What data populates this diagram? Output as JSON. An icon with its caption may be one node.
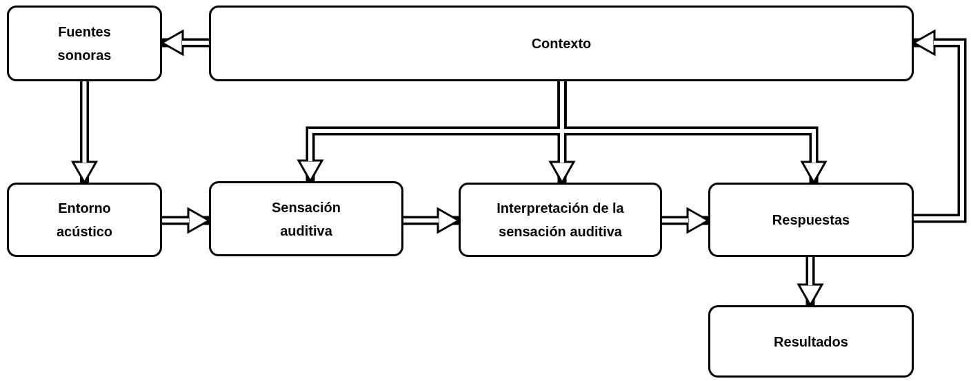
{
  "diagram": {
    "nodes": [
      {
        "text": [
          "Fuentes sonoras"
        ]
      },
      {
        "text": [
          "Contexto"
        ]
      },
      {
        "text": [
          "Entorno acústico"
        ]
      },
      {
        "text": [
          "Sensación auditiva"
        ]
      },
      {
        "text": [
          "Interpretación de la sensación auditiva"
        ]
      },
      {
        "text": [
          "Respuestas"
        ]
      },
      {
        "text": [
          "Resultados"
        ]
      }
    ],
    "edges": [
      {
        "from": 1,
        "to": 0,
        "arrow": "to"
      },
      {
        "from": 0,
        "to": 2,
        "arrow": "to"
      },
      {
        "from": 2,
        "to": 3,
        "arrow": "to"
      },
      {
        "from": 3,
        "to": 4,
        "arrow": "to"
      },
      {
        "from": 4,
        "to": 5,
        "arrow": "to"
      },
      {
        "from": 1,
        "to": 3,
        "arrow": "to"
      },
      {
        "from": 1,
        "to": 4,
        "arrow": "to"
      },
      {
        "from": 1,
        "to": 5,
        "arrow": "to"
      },
      {
        "from": 5,
        "to": 1,
        "arrow": "to"
      },
      {
        "from": 5,
        "to": 6,
        "arrow": "to"
      }
    ]
  }
}
